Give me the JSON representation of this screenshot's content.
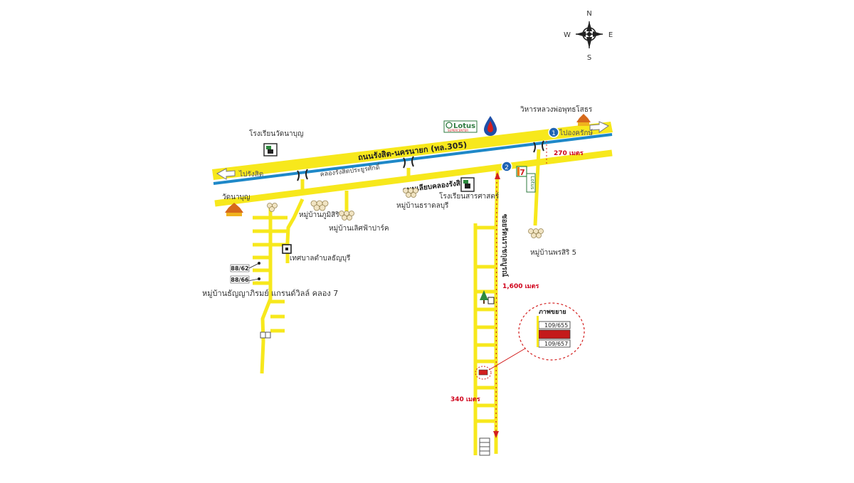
{
  "compass": {
    "n": "N",
    "s": "S",
    "e": "E",
    "w": "W"
  },
  "roads": {
    "main_highway": "ถนนรังสิต-นครนายก (ทล.305)",
    "canal_road": "ถนนเลียบคลองรังสิต",
    "canal_label": "คลองรังสิตประยูรศักดิ์",
    "to_rangsit": "ไปรังสิต",
    "to_ongkharak": "ไปองครักษ์",
    "soi_road": "ซอยรัตนราชกุลบูรณ์"
  },
  "places": {
    "wat_school": "โรงเรียนวัดนาบุญ",
    "wat_nabun": "วัดนาบุญ",
    "temple_name": "วิหารหลวงพ่อพุทธโสธร",
    "sarasat_school": "โรงเรียนสารศาสตร์",
    "village_phumsiri": "หมู่บ้านภูมิสิริ",
    "village_lotus": "หมู่บ้านเลิศฟ้าปาร์ค",
    "village_parklane": "หมู่บ้านธราดลบุรี",
    "village_pornsiri": "หมู่บ้านพรสิริ 5",
    "municipality": "เทศบาลตำบลธัญบุรี",
    "grandville": "หมู่บ้านธัญญาภิรมย์ แกรนด์วิลล์ คลอง 7",
    "house_a": "88/62",
    "house_b": "88/66"
  },
  "brands": {
    "lotus": "Lotus",
    "lotus_sub": "SUPERCENTER",
    "lotus_small": "Lotus",
    "seven_eleven": "7"
  },
  "markers": {
    "m1": "1",
    "m2": "2"
  },
  "distances": {
    "d270": "270 เมตร",
    "d1600": "1,600 เมตร",
    "d340": "340 เมตร"
  },
  "inset": {
    "title": "ภาพขยาย",
    "row1": "109/655",
    "row3": "109/657"
  },
  "colors": {
    "road": "#f7e81c",
    "canal": "#1e88c8",
    "distance_text": "#d0021b",
    "marker": "#1f64b4",
    "highlight": "#d31f1f"
  }
}
